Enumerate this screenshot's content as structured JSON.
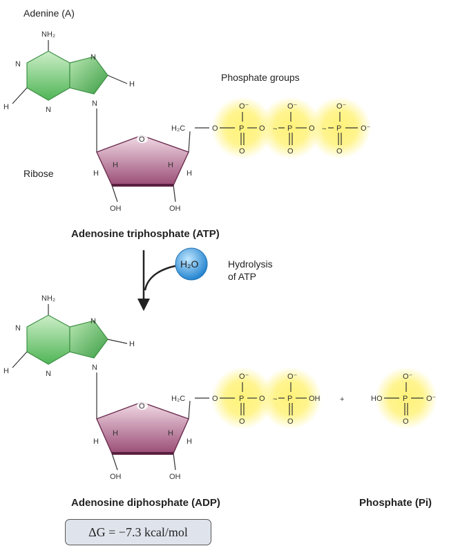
{
  "labels": {
    "adenine": "Adenine (A)",
    "ribose": "Ribose",
    "phosphate_groups": "Phosphate groups",
    "atp_name": "Adenosine triphosphate (ATP)",
    "hydrolysis_line1": "Hydrolysis",
    "hydrolysis_line2": "of ATP",
    "water": "H₂O",
    "adp_name": "Adenosine diphosphate (ADP)",
    "phosphate_name": "Phosphate (Pi)",
    "delta_g": "ΔG = −7.3 kcal/mol"
  },
  "atoms": {
    "nh2": "NH₂",
    "n": "N",
    "h": "H",
    "o": "O",
    "oh": "OH",
    "h2c": "H₂C",
    "p": "P",
    "o_minus": "O⁻",
    "ho": "HO",
    "plus": "+",
    "high_energy_bond": "~"
  },
  "colors": {
    "purine_green": "#5fbf63",
    "ribose_purple": "#a25a80",
    "phosphate_glow": "#fff06a",
    "water_blue": "#3a9fe0",
    "high_energy_red": "#e0382f"
  }
}
